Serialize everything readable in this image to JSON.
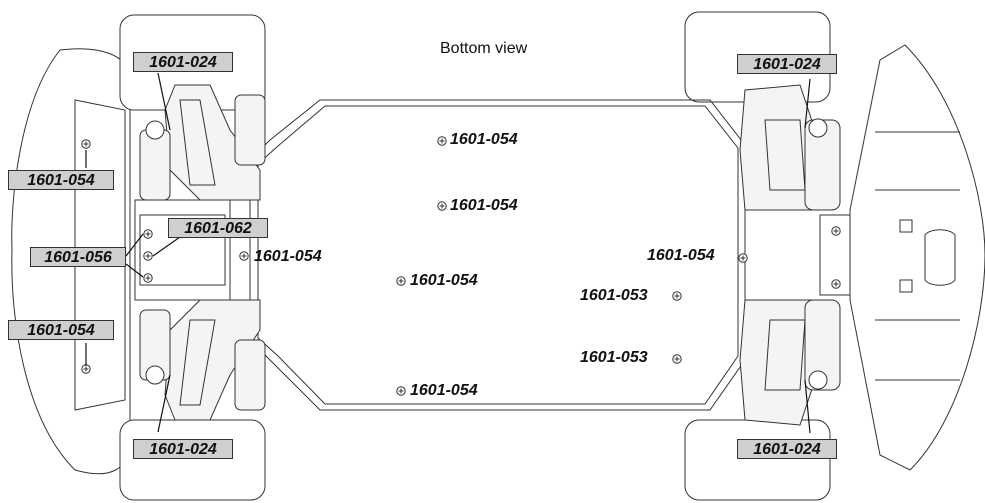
{
  "view_title": "Bottom view",
  "labels": {
    "tag_fl": "1601-024",
    "tag_fr": "1601-024",
    "tag_rl": "1601-024",
    "tag_rr": "1601-024",
    "tag_bumper_top": "1601-054",
    "tag_bumper_bottom": "1601-054",
    "tag_center_screw": "1601-062",
    "tag_side_screws": "1601-056",
    "chassis_top_1": "1601-054",
    "chassis_top_2": "1601-054",
    "chassis_mid_left": "1601-054",
    "chassis_center": "1601-054",
    "chassis_bottom": "1601-054",
    "front_right_screw": "1601-054",
    "rear_screw_1": "1601-053",
    "rear_screw_2": "1601-053"
  }
}
